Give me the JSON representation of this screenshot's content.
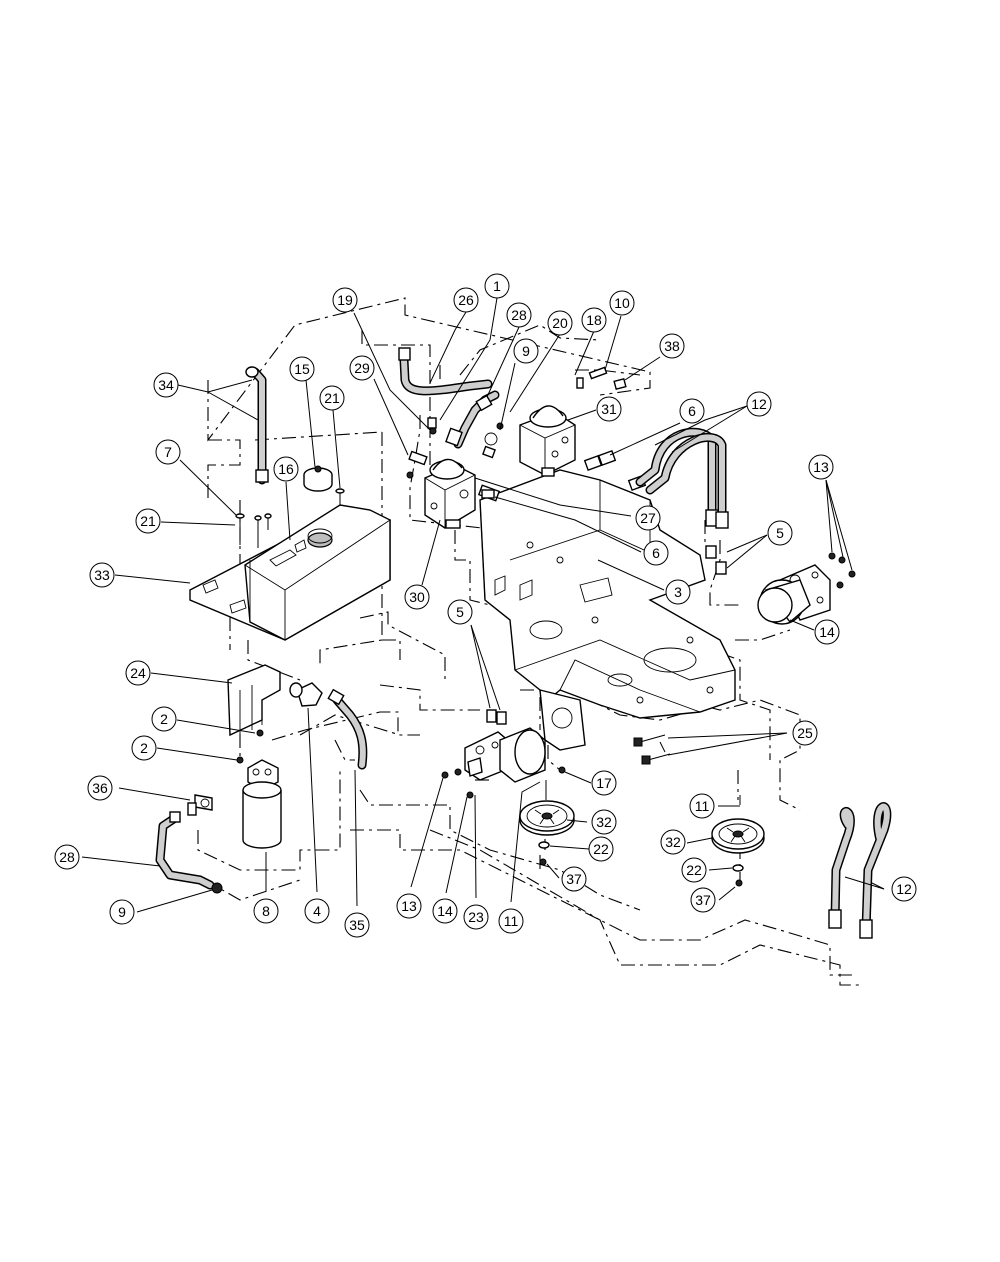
{
  "callouts": [
    {
      "id": "c1",
      "label": "1"
    },
    {
      "id": "c26",
      "label": "26"
    },
    {
      "id": "c19",
      "label": "19"
    },
    {
      "id": "c28a",
      "label": "28"
    },
    {
      "id": "c20",
      "label": "20"
    },
    {
      "id": "c18",
      "label": "18"
    },
    {
      "id": "c10",
      "label": "10"
    },
    {
      "id": "c9a",
      "label": "9"
    },
    {
      "id": "c38",
      "label": "38"
    },
    {
      "id": "c29",
      "label": "29"
    },
    {
      "id": "c15",
      "label": "15"
    },
    {
      "id": "c34",
      "label": "34"
    },
    {
      "id": "c21a",
      "label": "21"
    },
    {
      "id": "c31",
      "label": "31"
    },
    {
      "id": "c6a",
      "label": "6"
    },
    {
      "id": "c12a",
      "label": "12"
    },
    {
      "id": "c7",
      "label": "7"
    },
    {
      "id": "c16",
      "label": "16"
    },
    {
      "id": "c13a",
      "label": "13"
    },
    {
      "id": "c27",
      "label": "27"
    },
    {
      "id": "c21b",
      "label": "21"
    },
    {
      "id": "c5a",
      "label": "5"
    },
    {
      "id": "c6b",
      "label": "6"
    },
    {
      "id": "c33",
      "label": "33"
    },
    {
      "id": "c30",
      "label": "30"
    },
    {
      "id": "c3",
      "label": "3"
    },
    {
      "id": "c14a",
      "label": "14"
    },
    {
      "id": "c5b",
      "label": "5"
    },
    {
      "id": "c24",
      "label": "24"
    },
    {
      "id": "c2a",
      "label": "2"
    },
    {
      "id": "c25",
      "label": "25"
    },
    {
      "id": "c2b",
      "label": "2"
    },
    {
      "id": "c17",
      "label": "17"
    },
    {
      "id": "c36",
      "label": "36"
    },
    {
      "id": "c11a",
      "label": "11"
    },
    {
      "id": "c32a",
      "label": "32"
    },
    {
      "id": "c32b",
      "label": "32"
    },
    {
      "id": "c22a",
      "label": "22"
    },
    {
      "id": "c28b",
      "label": "28"
    },
    {
      "id": "c22b",
      "label": "22"
    },
    {
      "id": "c37a",
      "label": "37"
    },
    {
      "id": "c12b",
      "label": "12"
    },
    {
      "id": "c37b",
      "label": "37"
    },
    {
      "id": "c9b",
      "label": "9"
    },
    {
      "id": "c8",
      "label": "8"
    },
    {
      "id": "c4",
      "label": "4"
    },
    {
      "id": "c13b",
      "label": "13"
    },
    {
      "id": "c14b",
      "label": "14"
    },
    {
      "id": "c23",
      "label": "23"
    },
    {
      "id": "c11b",
      "label": "11"
    },
    {
      "id": "c35",
      "label": "35"
    }
  ]
}
